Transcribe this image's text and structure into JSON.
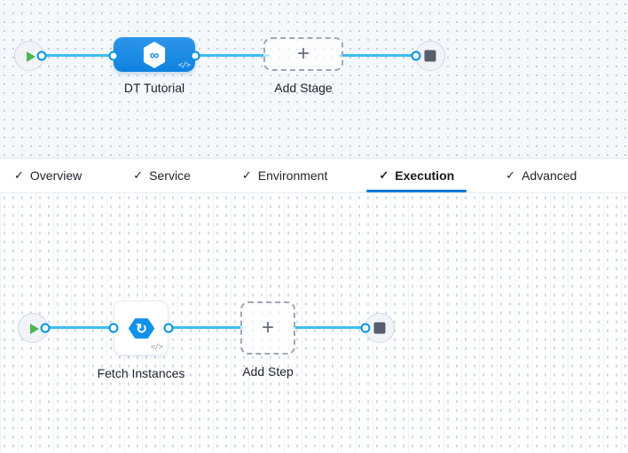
{
  "stage_graph": {
    "stage_node": {
      "label": "DT Tutorial",
      "code_badge": "</>",
      "icon": "pipeline-infinity-hexagon"
    },
    "add_stage": {
      "label": "Add Stage",
      "plus": "+"
    }
  },
  "tabs": {
    "items": [
      {
        "label": "Overview",
        "check": "✓",
        "active": false
      },
      {
        "label": "Service",
        "check": "✓",
        "active": false
      },
      {
        "label": "Environment",
        "check": "✓",
        "active": false
      },
      {
        "label": "Execution",
        "check": "✓",
        "active": true
      },
      {
        "label": "Advanced",
        "check": "✓",
        "active": false
      }
    ]
  },
  "execution_graph": {
    "step_node": {
      "label": "Fetch Instances",
      "code_badge": "</>",
      "icon": "deployment-template-hexagon"
    },
    "add_step": {
      "label": "Add Step",
      "plus": "+"
    }
  },
  "colors": {
    "accent_blue": "#0278d5",
    "edge_blue": "#3dbef2",
    "port_ring_blue": "#0095e4",
    "stage_node_blue": "#1488e5",
    "play_green": "#4cb454",
    "stop_slate": "#575f6d",
    "canvas_top_bg": "#f3f8fc"
  }
}
